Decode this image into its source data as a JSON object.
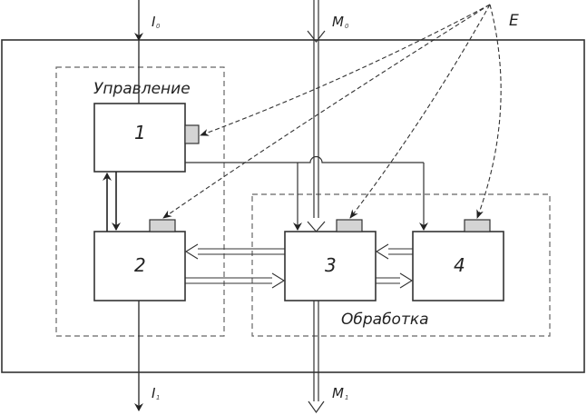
{
  "diagram": {
    "title": "",
    "groups": {
      "control": {
        "label": "Управление"
      },
      "processing": {
        "label": "Обработка"
      }
    },
    "blocks": [
      {
        "id": "1",
        "label": "1"
      },
      {
        "id": "2",
        "label": "2"
      },
      {
        "id": "3",
        "label": "3"
      },
      {
        "id": "4",
        "label": "4"
      }
    ],
    "io": {
      "info_in": {
        "main": "I",
        "sub": "0"
      },
      "info_out": {
        "main": "I",
        "sub": "1"
      },
      "material_in": {
        "main": "M",
        "sub": "0"
      },
      "material_out": {
        "main": "M",
        "sub": "1"
      },
      "environment": {
        "main": "E"
      }
    },
    "colors": {
      "line": "#333333",
      "sensor_fill": "#d4d4d4",
      "dashed": "#555555",
      "background": "#ffffff"
    }
  }
}
